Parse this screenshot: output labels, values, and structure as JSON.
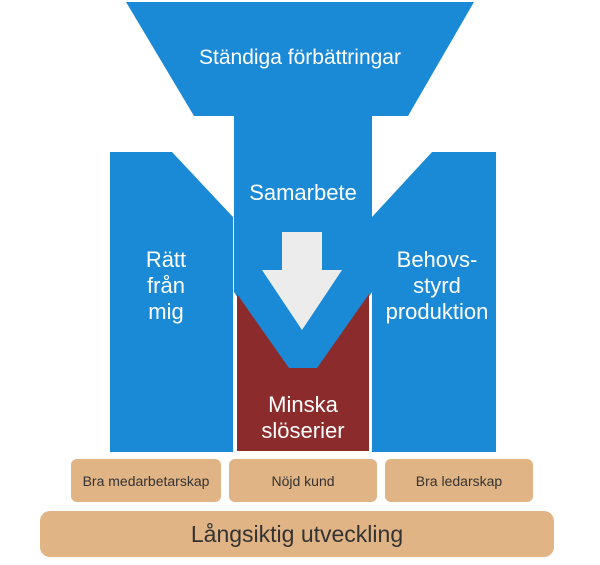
{
  "diagram": {
    "funnel_top": "Ständiga förbättringar",
    "funnel_stem": "Samarbete",
    "left_pillar": [
      "Rätt",
      "från",
      "mig"
    ],
    "right_pillar": [
      "Behovs-",
      "styrd",
      "produktion"
    ],
    "center_block": [
      "Minska",
      "slöserier"
    ],
    "foundation_boxes": [
      "Bra medarbetarskap",
      "Nöjd kund",
      "Bra ledarskap"
    ],
    "base": "Långsiktig utveckling",
    "colors": {
      "blue": "#1b8ad6",
      "dark_red": "#8c2b2b",
      "tan": "#e0b484",
      "arrow": "#ececec"
    },
    "icons": [
      "down-arrow-icon"
    ]
  }
}
